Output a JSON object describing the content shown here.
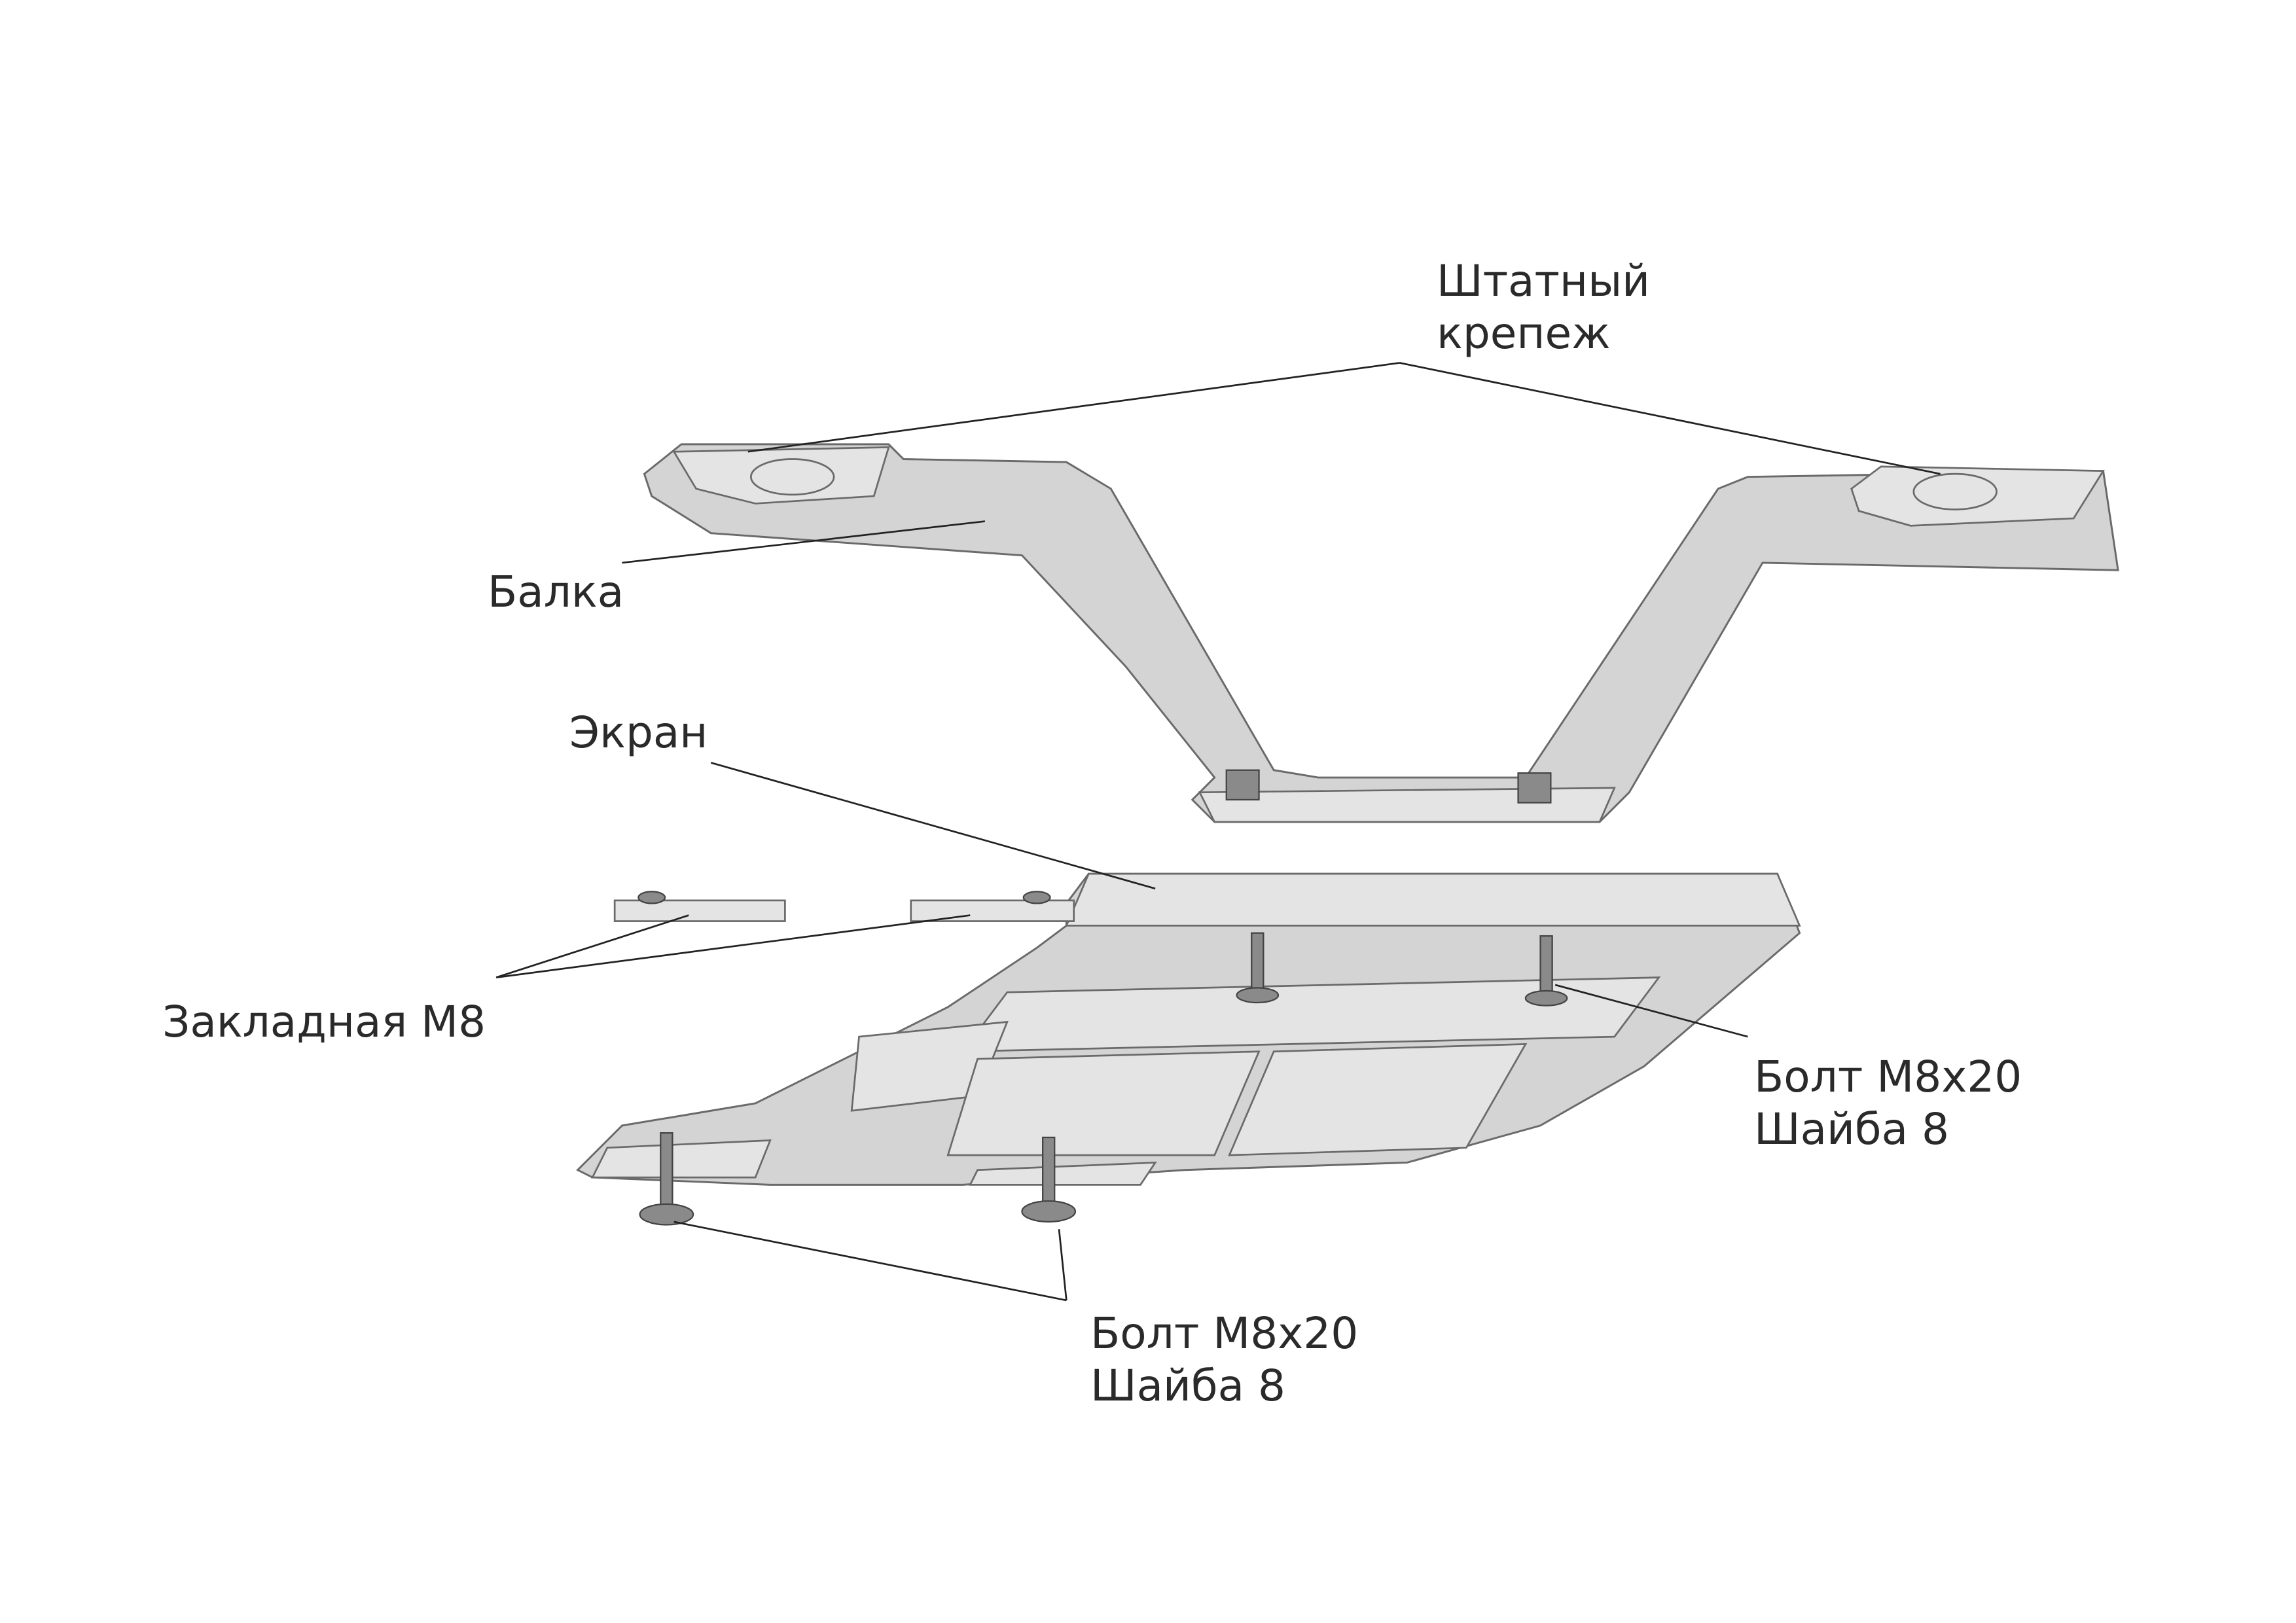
{
  "labels": {
    "standard_fastener": [
      "Штатный",
      "крепеж"
    ],
    "beam": "Балка",
    "shield": "Экран",
    "embedded_plate": "Закладная М8",
    "bolt_right": [
      "Болт М8х20",
      "Шайба 8"
    ],
    "bolt_bottom": [
      "Болт М8х20",
      "Шайба 8"
    ]
  }
}
